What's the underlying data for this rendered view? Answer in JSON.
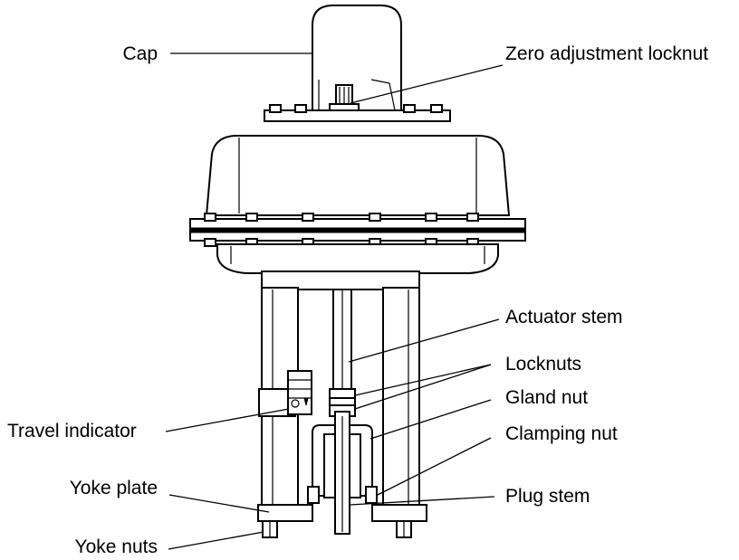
{
  "labels": {
    "cap": "Cap",
    "zero_adjustment_locknut": "Zero adjustment locknut",
    "actuator_stem": "Actuator stem",
    "locknuts": "Locknuts",
    "gland_nut": "Gland nut",
    "clamping_nut": "Clamping nut",
    "travel_indicator": "Travel indicator",
    "yoke_plate": "Yoke plate",
    "plug_stem": "Plug stem",
    "yoke_nuts": "Yoke nuts"
  },
  "colors": {
    "line": "#000000",
    "background": "#ffffff"
  }
}
